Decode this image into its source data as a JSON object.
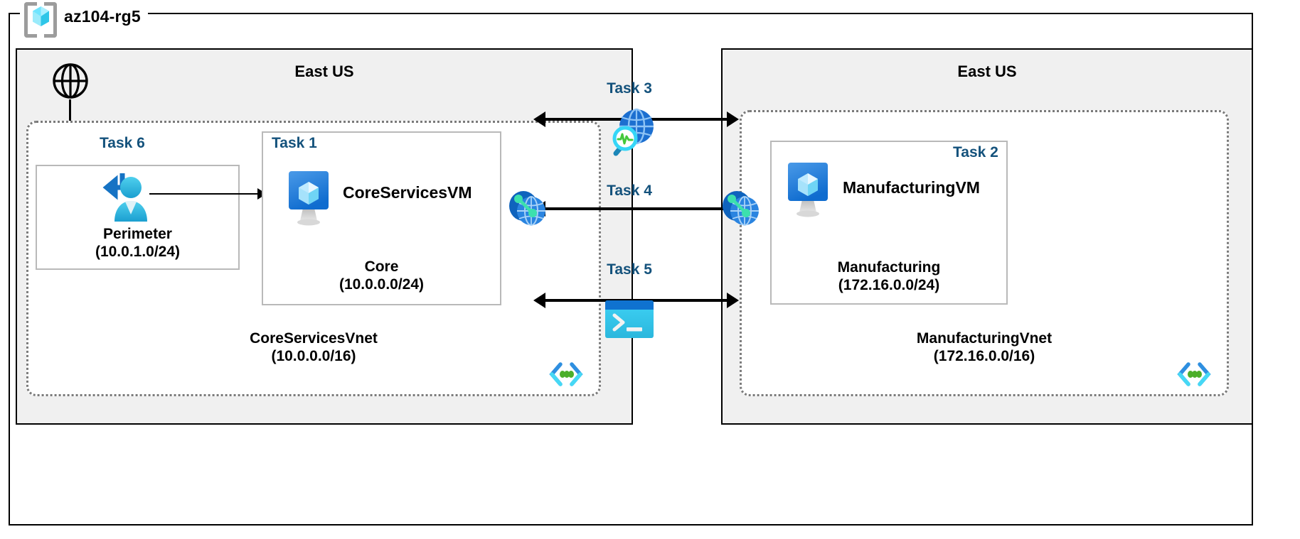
{
  "diagram": {
    "resource_group": {
      "name": "az104-rg5",
      "icon": "resource-group-icon"
    },
    "colors": {
      "task_label": "#14527c",
      "region_fill": "#f0f0f0",
      "frame_stroke": "#000000",
      "vnet_border": "#7a7a7a",
      "subnet_border": "#b9b9b9",
      "azure_blue": "#1f72c8",
      "azure_cyan": "#32c8f0",
      "tree_green": "#4caf2a"
    },
    "regions": [
      {
        "id": "left",
        "title": "East US",
        "internet_icon": "globe-icon",
        "vnet": {
          "name": "CoreServicesVnet",
          "cidr": "(10.0.0.0/16)",
          "template_icon": "code-brackets-landscape-icon",
          "subnets": [
            {
              "id": "perimeter",
              "task": "Task 6",
              "name": "Perimeter",
              "cidr": "(10.0.1.0/24)",
              "icon": "user-login-icon"
            },
            {
              "id": "core",
              "task": "Task 1",
              "name": "Core",
              "cidr": "(10.0.0.0/24)",
              "vm_name": "CoreServicesVM",
              "icon": "virtual-machine-icon"
            }
          ]
        }
      },
      {
        "id": "right",
        "title": "East US",
        "vnet": {
          "name": "ManufacturingVnet",
          "cidr": "(172.16.0.0/16)",
          "template_icon": "code-brackets-landscape-icon",
          "subnets": [
            {
              "id": "manufacturing",
              "task": "Task 2",
              "name": "Manufacturing",
              "cidr": "(172.16.0.0/24)",
              "vm_name": "ManufacturingVM",
              "icon": "virtual-machine-icon"
            }
          ]
        }
      }
    ],
    "connections": [
      {
        "id": "task3",
        "label": "Task 3",
        "icon": "network-watcher-icon",
        "direction": "bidirectional"
      },
      {
        "id": "task4",
        "label": "Task 4",
        "icon": "none",
        "direction": "bidirectional"
      },
      {
        "id": "task5",
        "label": "Task 5",
        "icon": "cloud-shell-terminal-icon",
        "direction": "bidirectional"
      }
    ],
    "peering_icons": [
      {
        "id": "left-peering",
        "icon": "vnet-peering-icon"
      },
      {
        "id": "right-peering",
        "icon": "vnet-peering-icon"
      }
    ]
  }
}
